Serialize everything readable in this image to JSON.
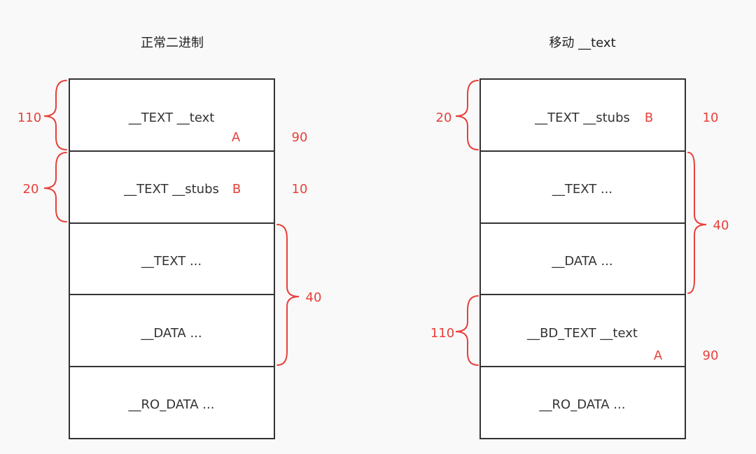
{
  "colors": {
    "background": "#f9f9f9",
    "box_stroke": "#333333",
    "text": "#333333",
    "annotation": "#e8403a"
  },
  "left": {
    "title": "正常二进制",
    "segments": [
      {
        "label": "__TEXT __text",
        "marker": "A",
        "offset": "90"
      },
      {
        "label": "__TEXT __stubs",
        "marker": "B",
        "offset": "10"
      },
      {
        "label": "__TEXT ..."
      },
      {
        "label": "__DATA ..."
      },
      {
        "label": "__RO_DATA ..."
      }
    ],
    "braces": [
      {
        "value": "110"
      },
      {
        "value": "20"
      },
      {
        "value": "40"
      }
    ]
  },
  "right": {
    "title": "移动 __text",
    "segments": [
      {
        "label": "__TEXT __stubs",
        "marker": "B",
        "offset": "10"
      },
      {
        "label": "__TEXT ..."
      },
      {
        "label": "__DATA ..."
      },
      {
        "label": "__BD_TEXT __text",
        "marker": "A",
        "offset": "90"
      },
      {
        "label": "__RO_DATA ..."
      }
    ],
    "braces": [
      {
        "value": "20"
      },
      {
        "value": "40"
      },
      {
        "value": "110"
      }
    ]
  }
}
